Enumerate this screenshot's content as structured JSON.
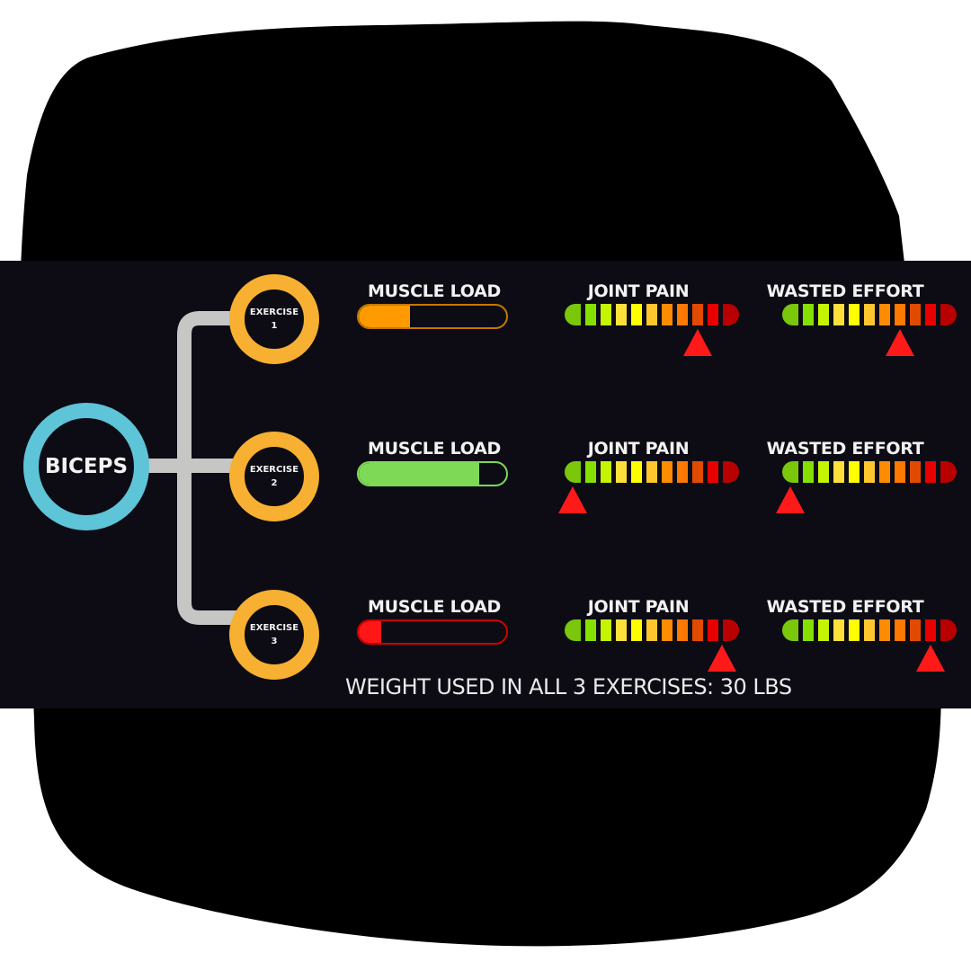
{
  "muscle": {
    "label": "BICEPS",
    "color": "#5ec4d8"
  },
  "connector_color": "#c6c6c4",
  "gauge_colors": [
    "#7ac70c",
    "#85e000",
    "#c5f400",
    "#ffe03a",
    "#ffff00",
    "#ffc62e",
    "#ff8c00",
    "#ff7800",
    "#e24a00",
    "#e80000",
    "#b80000"
  ],
  "pointer_color": "#ff1a1a",
  "metrics": {
    "muscle_load_label": "MUSCLE LOAD",
    "joint_pain_label": "JOINT PAIN",
    "wasted_effort_label": "WASTED EFFORT"
  },
  "exercises": [
    {
      "label_line1": "EXERCISE",
      "label_line2": "1",
      "muscle_load_fraction": 0.35,
      "muscle_load_color": "#ff9a00",
      "muscle_load_border": "#c77800",
      "joint_pain_segment": 8,
      "wasted_effort_segment": 7
    },
    {
      "label_line1": "EXERCISE",
      "label_line2": "2",
      "muscle_load_fraction": 0.82,
      "muscle_load_color": "#7ed957",
      "muscle_load_border": "#7ed957",
      "joint_pain_segment": 0,
      "wasted_effort_segment": 0
    },
    {
      "label_line1": "EXERCISE",
      "label_line2": "3",
      "muscle_load_fraction": 0.15,
      "muscle_load_color": "#ff1616",
      "muscle_load_border": "#d10000",
      "joint_pain_segment": 9.5,
      "wasted_effort_segment": 9
    }
  ],
  "footer": "WEIGHT USED IN ALL 3 EXERCISES: 30 LBS"
}
